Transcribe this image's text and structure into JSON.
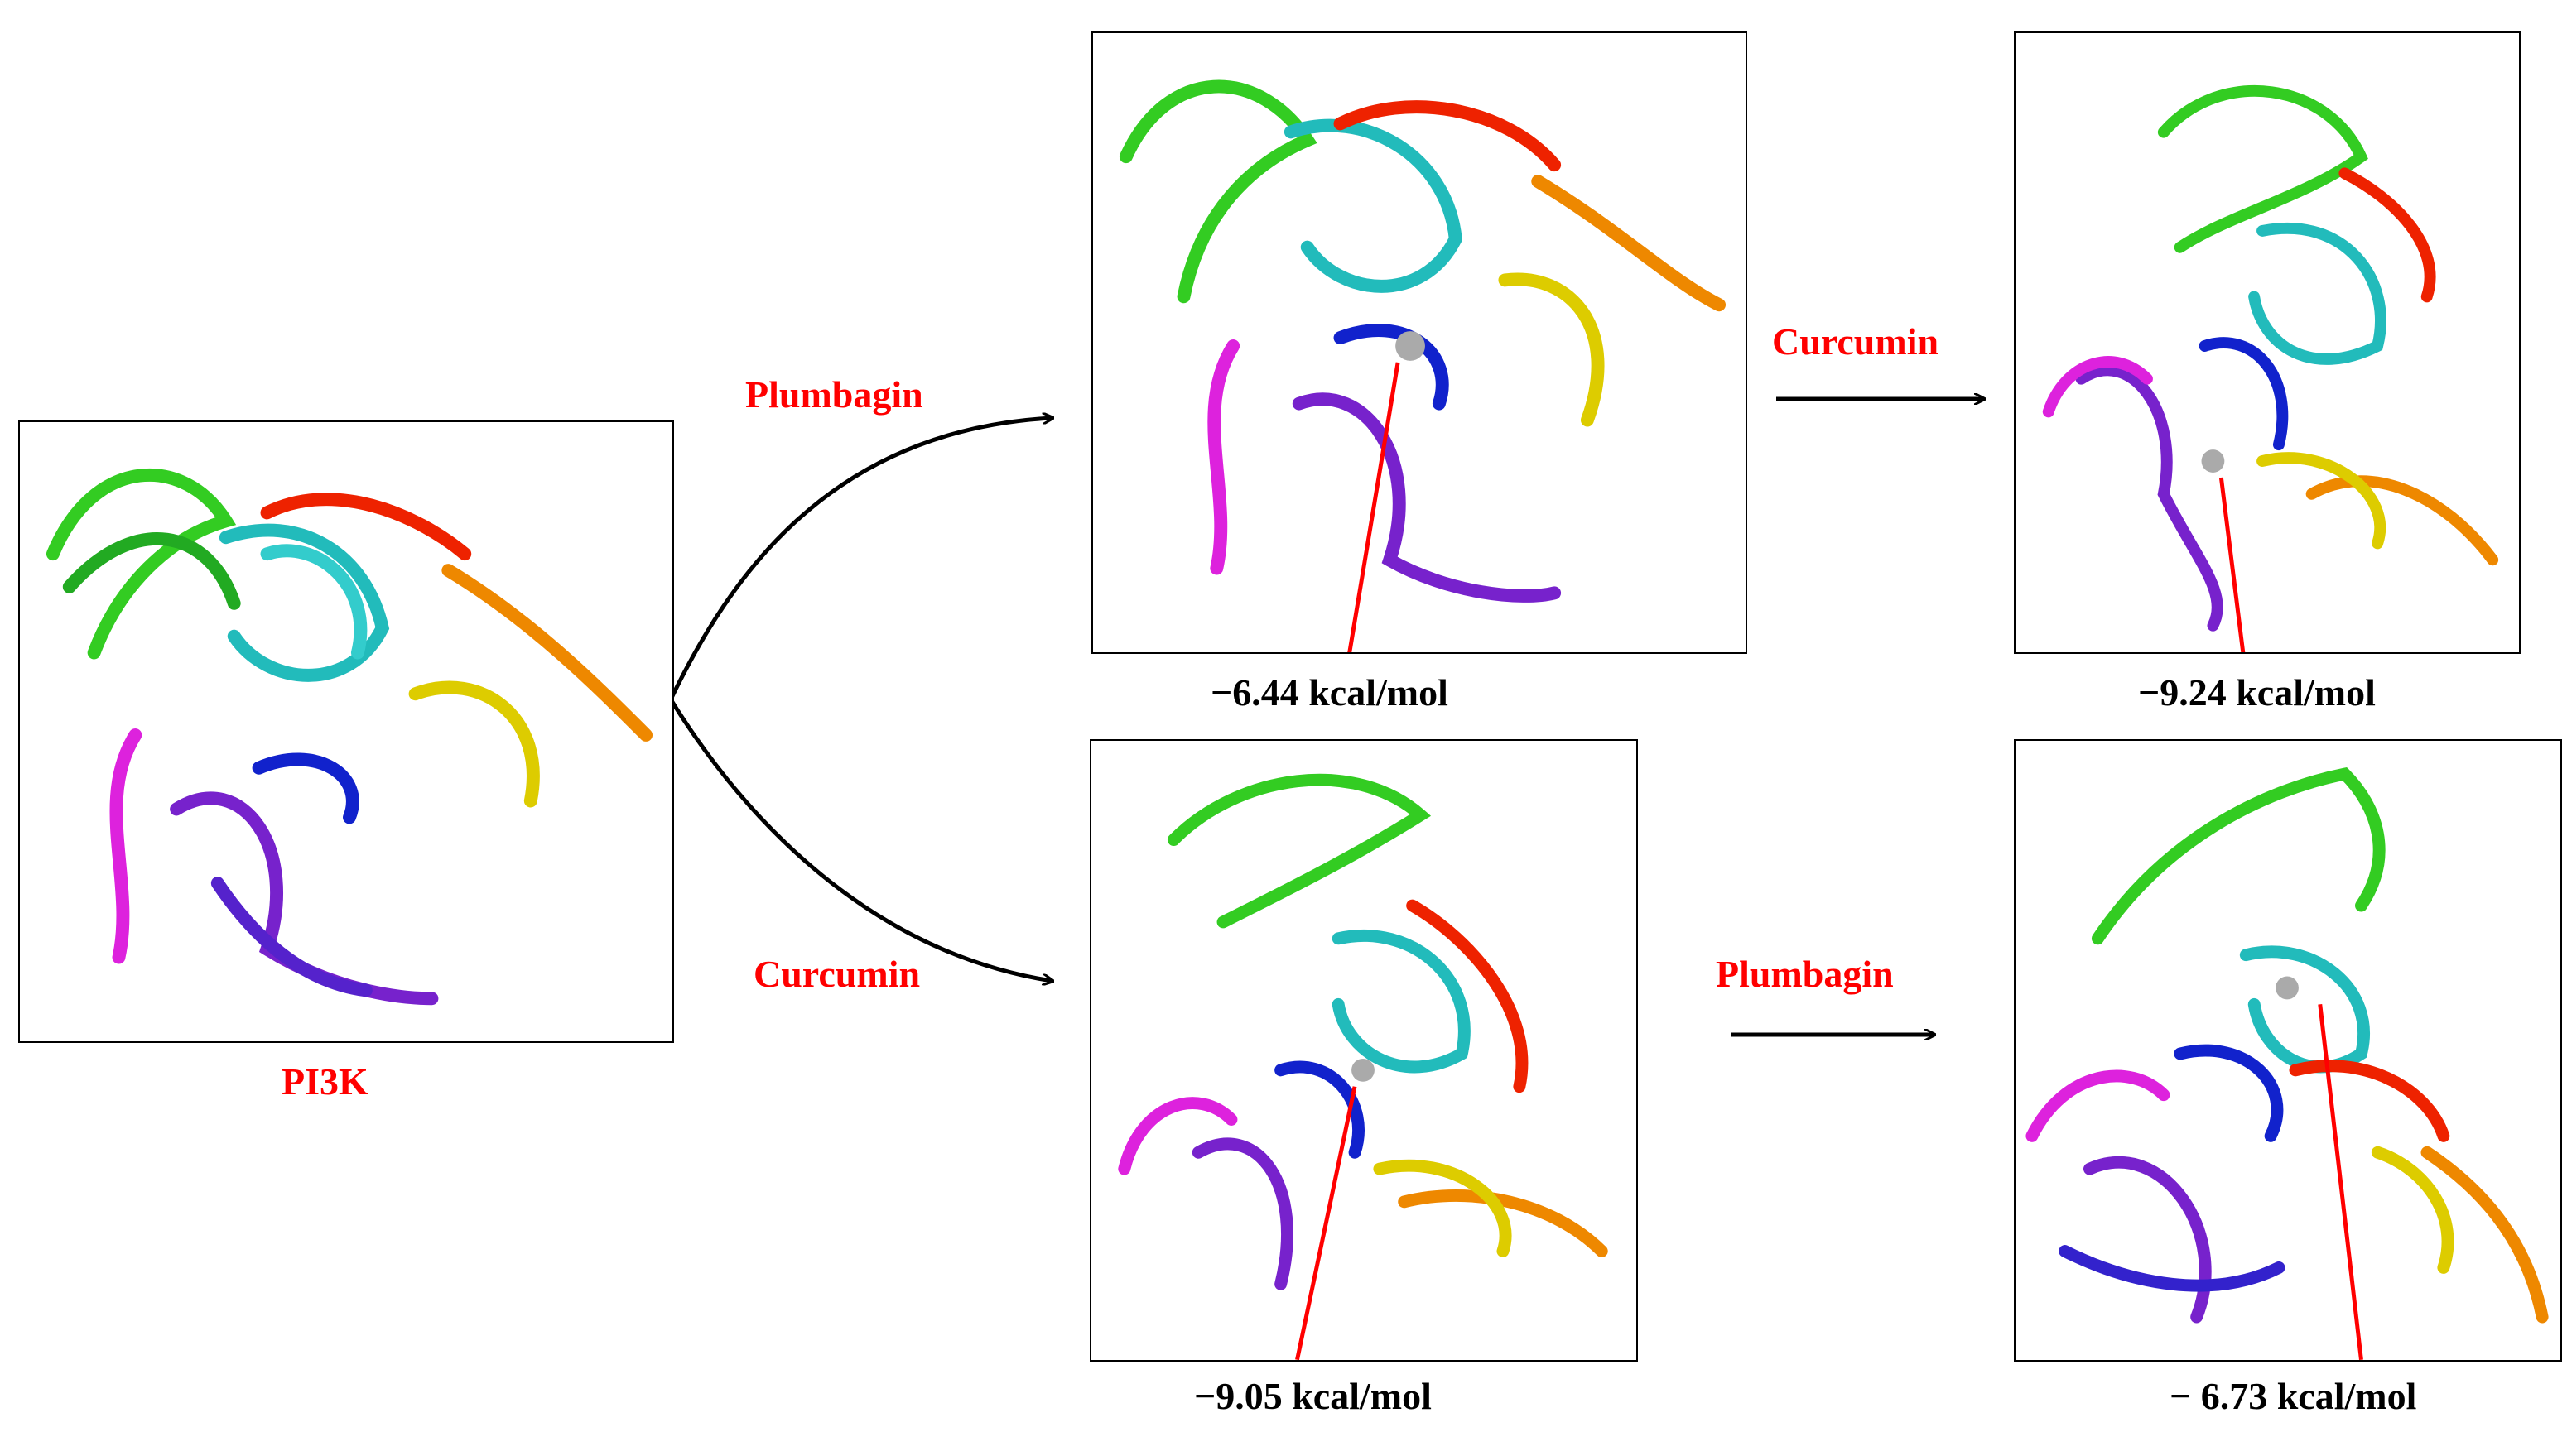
{
  "colors": {
    "label_red": "#ff0000",
    "text_black": "#000000",
    "protein_green": "#33cc22",
    "protein_cyan": "#22bbbb",
    "protein_red": "#ee2200",
    "protein_orange": "#ee8800",
    "protein_yellow": "#ddcc00",
    "protein_blue": "#1122cc",
    "protein_purple": "#7722cc",
    "protein_magenta": "#dd22dd",
    "ligand_gray": "#aaaaaa"
  },
  "protein": {
    "label": "PI3K"
  },
  "top_path": {
    "first_ligand": "Plumbagin",
    "first_energy": "−6.44 kcal/mol",
    "second_ligand": "Curcumin",
    "second_energy": "−9.24 kcal/mol"
  },
  "bottom_path": {
    "first_ligand": "Curcumin",
    "first_energy": "−9.05 kcal/mol",
    "second_ligand": "Plumbagin",
    "second_energy": "− 6.73 kcal/mol"
  }
}
